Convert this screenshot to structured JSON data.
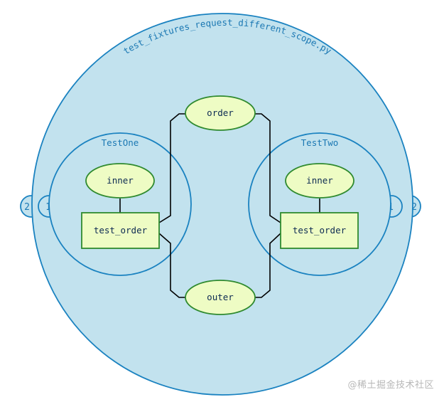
{
  "module": {
    "label": "test_fixtures_request_different_scope.py"
  },
  "module_badges": {
    "left": "2",
    "right": "2"
  },
  "shared_fixtures": {
    "order": "order",
    "outer": "outer"
  },
  "classes": {
    "left": {
      "label": "TestOne",
      "badge": "1",
      "fixture": "inner",
      "test": "test_order"
    },
    "right": {
      "label": "TestTwo",
      "badge": "1",
      "fixture": "inner",
      "test": "test_order"
    }
  },
  "watermark": "@稀土掘金技术社区",
  "colors": {
    "module_fill": "#c2e2ee",
    "stroke_blue": "#1a82c0",
    "fixture_fill": "#eefcc4",
    "fixture_stroke": "#2f8a2f",
    "label_blue": "#1b78b3",
    "text_dark": "#0c2a52",
    "wire": "#000000"
  }
}
